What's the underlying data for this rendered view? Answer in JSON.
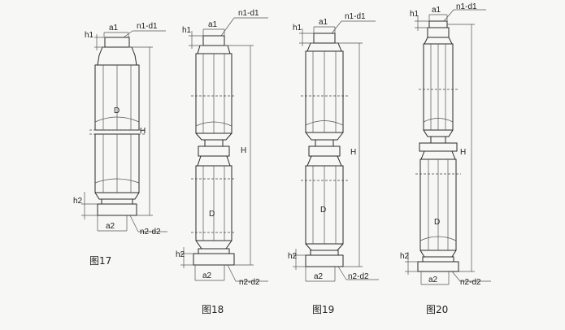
{
  "labels": {
    "a1": "a1",
    "a2": "a2",
    "h1": "h1",
    "h2": "h2",
    "H": "H",
    "D": "D",
    "n1d1": "n1-d1",
    "n2d2": "n2-d2"
  },
  "figures": [
    {
      "caption": "图17"
    },
    {
      "caption": "图18"
    },
    {
      "caption": "图19"
    },
    {
      "caption": "图20"
    }
  ],
  "colors": {
    "line": "#2a2a2a",
    "background": "#f7f7f5"
  }
}
